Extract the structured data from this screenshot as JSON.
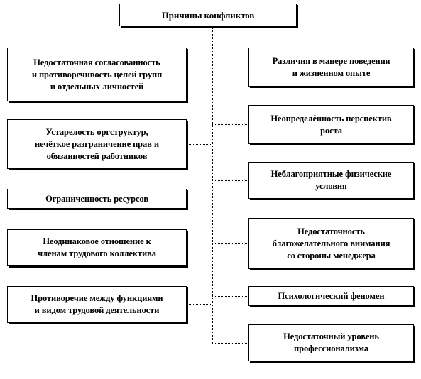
{
  "diagram": {
    "title": "Причины  конфликтов",
    "left_causes": [
      "Недостаточная согласованность\nи противоречивость целей групп\nи отдельных личностей",
      "Устарелость оргструктур,\nнечёткое разграничение прав и\nобязанностей работников",
      "Ограниченность ресурсов",
      "Неодинаковое отношение к\nчленам трудового коллектива",
      "Противоречие между функциями\nи видом трудовой деятельности"
    ],
    "right_causes": [
      "Различия в манере поведения\nи жизненном опыте",
      "Неопределённость перспектив\nроста",
      "Неблагоприятные физические\nусловия",
      "Недостаточность\nблагожелательного внимания\nсо стороны менеджера",
      "Психологический  феномен",
      "Недостаточный уровень\nпрофессионализма"
    ]
  }
}
